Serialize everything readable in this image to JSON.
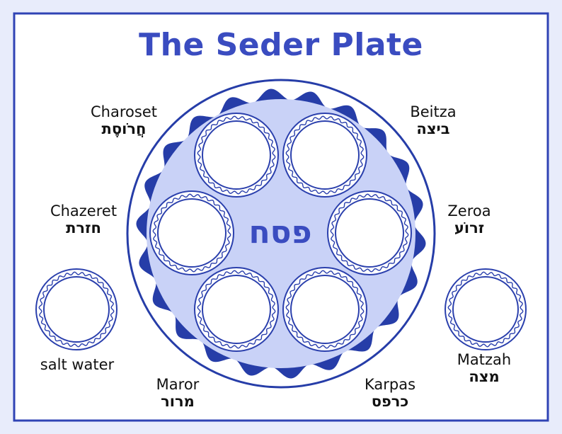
{
  "title": "The Seder Plate",
  "center_text": "פסח",
  "colors": {
    "background": "#e8ecfb",
    "frame": "#2f43b4",
    "plate_fill": "#c9d2f7",
    "plate_rim": "#263da8",
    "title": "#3a4cc0",
    "center_text": "#3a4cc0",
    "bowl_fill": "#ffffff",
    "bowl_ring": "#2b40ad"
  },
  "items": {
    "charoset": {
      "en": "Charoset",
      "he": "חֲרֹוסֶת"
    },
    "beitza": {
      "en": "Beitza",
      "he": "ביצה"
    },
    "chazeret": {
      "en": "Chazeret",
      "he": "חזרת"
    },
    "zeroa": {
      "en": "Zeroa",
      "he": "זרוֹע"
    },
    "salt_water": {
      "en": "salt water"
    },
    "matzah": {
      "en": "Matzah",
      "he": "מצה"
    },
    "maror": {
      "en": "Maror",
      "he": "מרור"
    },
    "karpas": {
      "en": "Karpas",
      "he": "כרפס"
    }
  }
}
